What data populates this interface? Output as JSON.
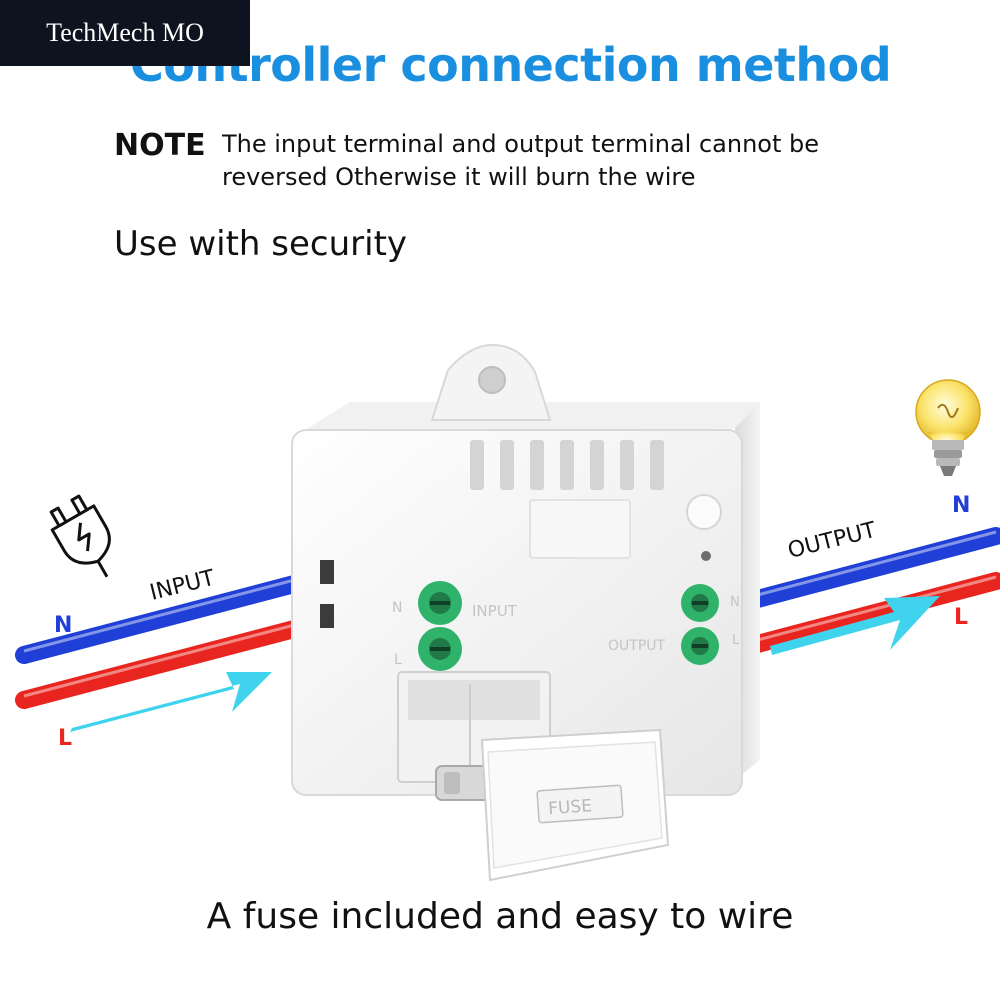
{
  "watermark": "TechMech MO",
  "title": "Controller connection method",
  "note": {
    "label": "NOTE",
    "text": "The input terminal and output terminal cannot be reversed Otherwise it will burn the wire"
  },
  "subtitle": "Use with security",
  "caption": "A fuse included and easy to wire",
  "wiring": {
    "input_label": "INPUT",
    "output_label": "OUTPUT",
    "neutral_label": "N",
    "live_label": "L"
  },
  "device": {
    "terminal_n": "N",
    "terminal_l": "L",
    "input_marking": "INPUT",
    "output_marking": "OUTPUT",
    "fuse_marking": "FUSE"
  },
  "icons": {
    "plug": "plug-icon",
    "bulb": "light-bulb-icon"
  },
  "colors": {
    "title": "#1a8fe0",
    "neutral_wire": "#1f3fd6",
    "live_wire": "#e8251f",
    "flow_arrow": "#3fd3ee",
    "terminal": "#2fb36a"
  }
}
